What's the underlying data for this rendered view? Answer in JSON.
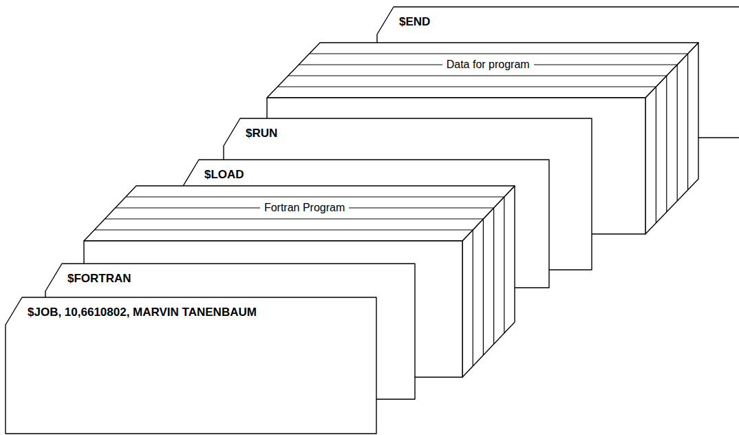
{
  "diagram": {
    "nodes": [
      {
        "text": [
          "$END"
        ]
      },
      {
        "text": [
          "Data for program"
        ]
      },
      {
        "text": [
          "$RUN"
        ]
      },
      {
        "text": [
          "$LOAD"
        ]
      },
      {
        "text": [
          "Fortran Program"
        ]
      },
      {
        "text": [
          "$FORTRAN"
        ]
      },
      {
        "text": [
          "$JOB, 10,6610802, MARVIN TANENBAUM"
        ]
      }
    ]
  }
}
